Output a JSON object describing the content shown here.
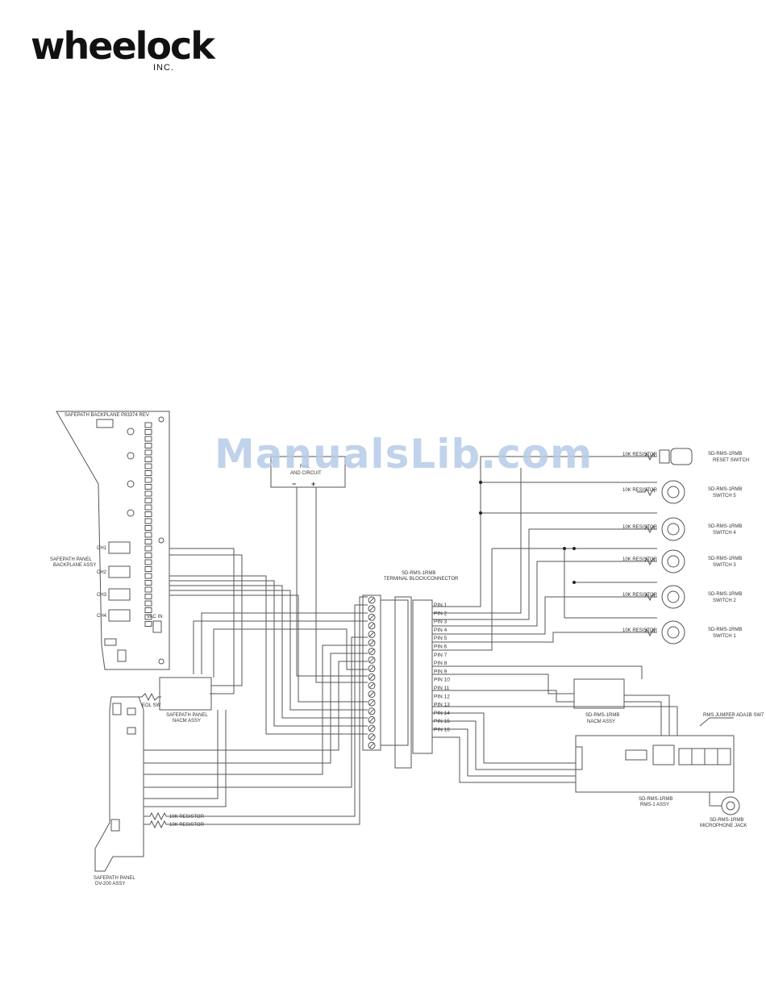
{
  "brand": {
    "name": "wheelock",
    "suffix": "INC."
  },
  "watermark": "ManualsLib.com",
  "diagram": {
    "backplane_title": "SAFEPATH BACKPLANE P83374 REV",
    "backplane_assy": [
      "SAFEPATH PANEL",
      "BACKPLANE ASSY"
    ],
    "ch_labels": [
      "CH1",
      "CH2",
      "CH3",
      "CH4"
    ],
    "ac_in": "VAC IN",
    "fail_circuit": [
      "FAIL",
      "AND CIRCUIT"
    ],
    "polarity": [
      "−",
      "+"
    ],
    "terminal_block": [
      "SD-RMS-1RMB",
      "TERMINAL BLOCK/CONNECTOR"
    ],
    "pins": [
      "PIN 1",
      "PIN 2",
      "PIN 3",
      "PIN 4",
      "PIN 5",
      "PIN 6",
      "PIN 7",
      "PIN 8",
      "PIN 9",
      "PIN 10",
      "PIN 11",
      "PIN 12",
      "PIN 13",
      "PIN 14",
      "PIN 15",
      "PIN 16"
    ],
    "resistor": "10K RESISTOR",
    "switches": [
      {
        "line1": "SD-RMS-1RMB",
        "line2": "RESET SWITCH"
      },
      {
        "line1": "SD-RMS-1RMB",
        "line2": "SWITCH 5"
      },
      {
        "line1": "SD-RMS-1RMB",
        "line2": "SWITCH 4"
      },
      {
        "line1": "SD-RMS-1RMB",
        "line2": "SWITCH 3"
      },
      {
        "line1": "SD-RMS-1RMB",
        "line2": "SWITCH 2"
      },
      {
        "line1": "SD-RMS-1RMB",
        "line2": "SWITCH 1"
      }
    ],
    "nacm_left": [
      "SAFEPATH PANEL",
      "NACM ASSY"
    ],
    "nacm_right": [
      "SD-RMS-1RMB",
      "NACM ASSY"
    ],
    "rms_assy": [
      "SD-RMS-1RMB",
      "RMS-1 ASSY"
    ],
    "mic_jack": [
      "SD-RMS-1RMB",
      "MICROPHONE JACK"
    ],
    "jumper_note": "RMS JUMPER ADA2B SW7",
    "panel_bottom": [
      "SAFEPATH PANEL",
      "DV-200 ASSY"
    ],
    "eol_resistors": [
      "10K RESISTOR",
      "10K RESISTOR"
    ],
    "eol_switch": "EOL SW",
    "colors": {
      "line": "#555555",
      "watermark": "#b7cbe8"
    }
  }
}
